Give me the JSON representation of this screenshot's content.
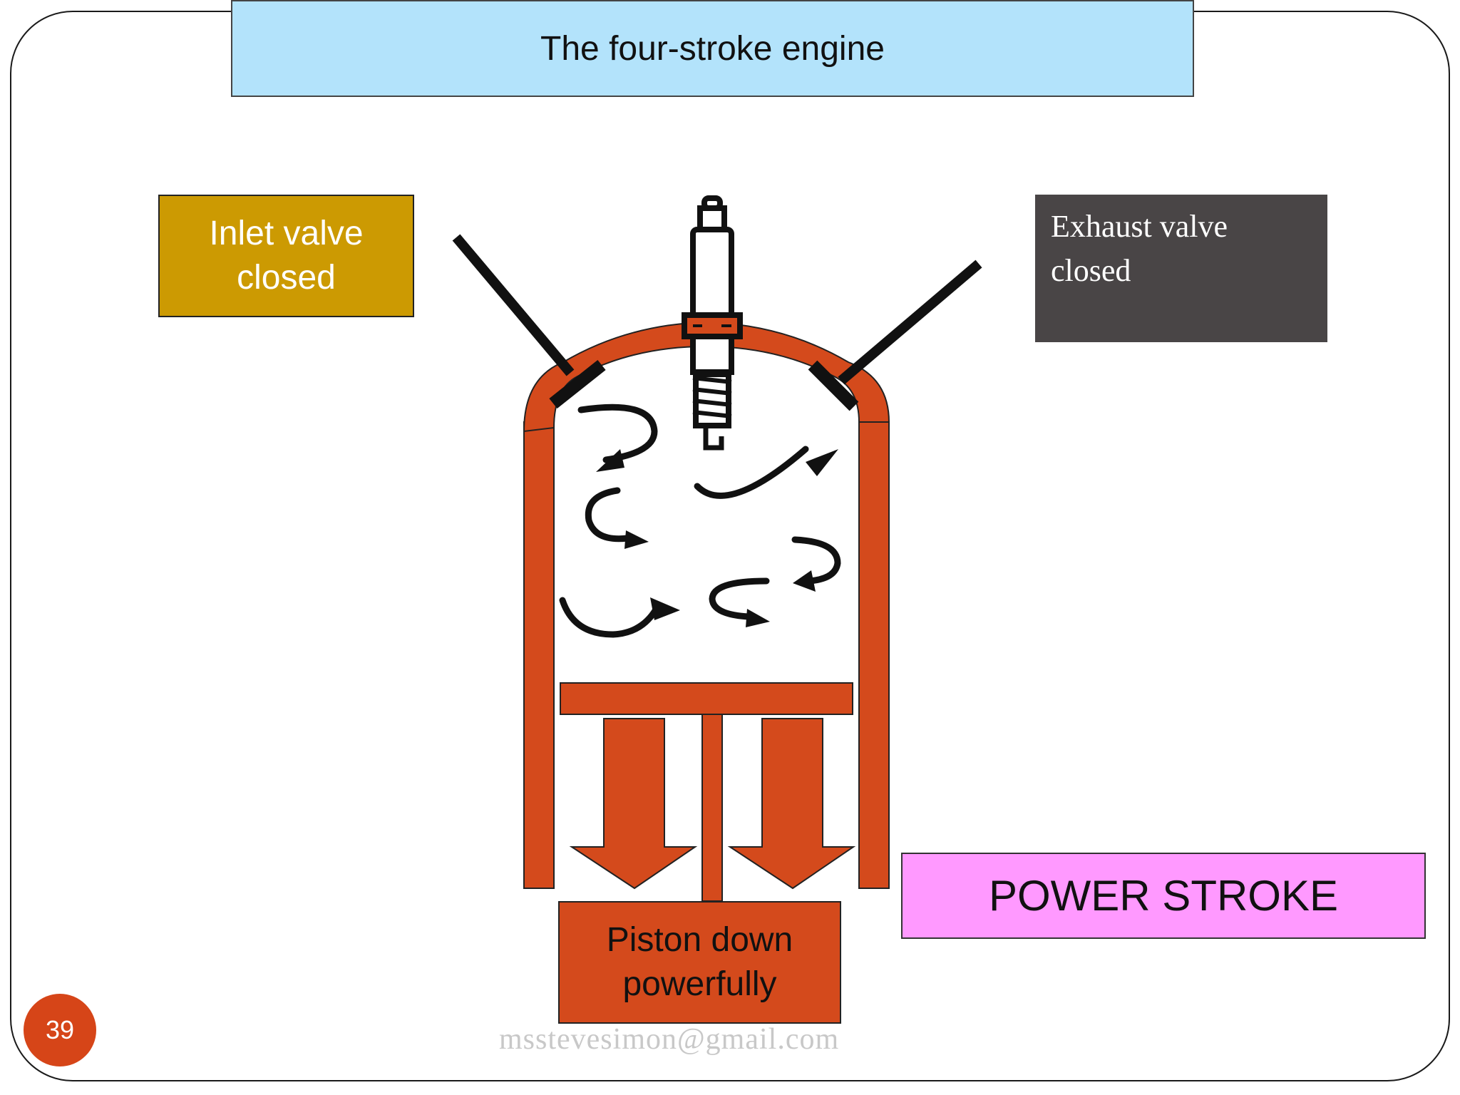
{
  "slide": {
    "title": "The four-stroke engine",
    "inlet_label_line1": "Inlet valve",
    "inlet_label_line2": "closed",
    "exhaust_label_line1": "Exhaust valve",
    "exhaust_label_line2": "closed",
    "stroke_label": "POWER STROKE",
    "piston_label_line1": "Piston down",
    "piston_label_line2": "powerfully",
    "page_number": "39",
    "watermark": "mssteve­simon@gmail.com"
  },
  "colors": {
    "title_bg": "#b3e3fb",
    "inlet_bg": "#cc9a02",
    "exhaust_bg": "#494546",
    "power_bg": "#ff99ff",
    "engine_orange": "#d44a1c",
    "page_badge": "#d64518"
  },
  "icons": {
    "spark_plug": "spark-plug-icon",
    "swirl_arrows": "swirl-arrow-icon",
    "down_arrows": "down-arrow-icon"
  }
}
